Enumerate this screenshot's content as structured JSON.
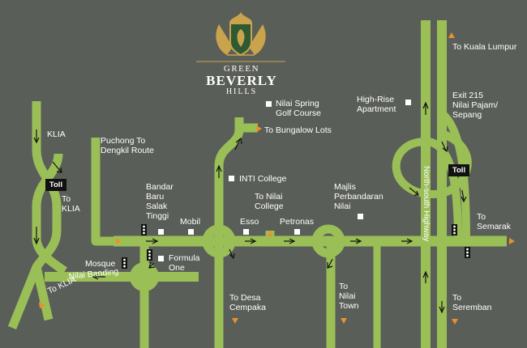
{
  "brand": {
    "line1": "GREEN",
    "line2": "BEVERLY",
    "line3": "HILLS"
  },
  "labels": {
    "klia_top": "KLIA",
    "toll_left": "Toll",
    "to_klia_mid": "To\nKLIA",
    "to_klia_bottom": "To KLIA",
    "nilai_banding": "Nilai Banding",
    "mosque": "Mosque",
    "formula_one": "Formula\nOne",
    "puchong": "Puchong To\nDengkil Route",
    "bandar_baru": "Bandar\nBaru\nSalak\nTinggi",
    "mobil": "Mobil",
    "esso": "Esso",
    "petronas": "Petronas",
    "to_nilai_college": "To Nilai\nCollege",
    "inti_college": "INTI College",
    "to_bungalow_lots": "To Bungalow Lots",
    "nilai_spring": "Nilai Spring\nGolf Course",
    "high_rise": "High-Rise\nApartment",
    "majlis": "Majlis\nPerbandaran\nNilai",
    "to_desa_cempaka": "To Desa\nCempaka",
    "to_nilai_town": "To\nNilai\nTown",
    "north_south_highway": "North-south Highway",
    "to_kuala_lumpur": "To Kuala Lumpur",
    "exit_215": "Exit 215\nNilai Pajam/\nSepang",
    "toll_right": "Toll",
    "to_semarak": "To\nSemarak",
    "to_seremban": "To\nSeremban"
  },
  "colors": {
    "background": "#5a5e58",
    "road": "#9bbf57",
    "road_border": "#3e4a2e",
    "label": "#ffffff",
    "arrow_orange": "#e8912e",
    "gold": "#c9a44c"
  }
}
